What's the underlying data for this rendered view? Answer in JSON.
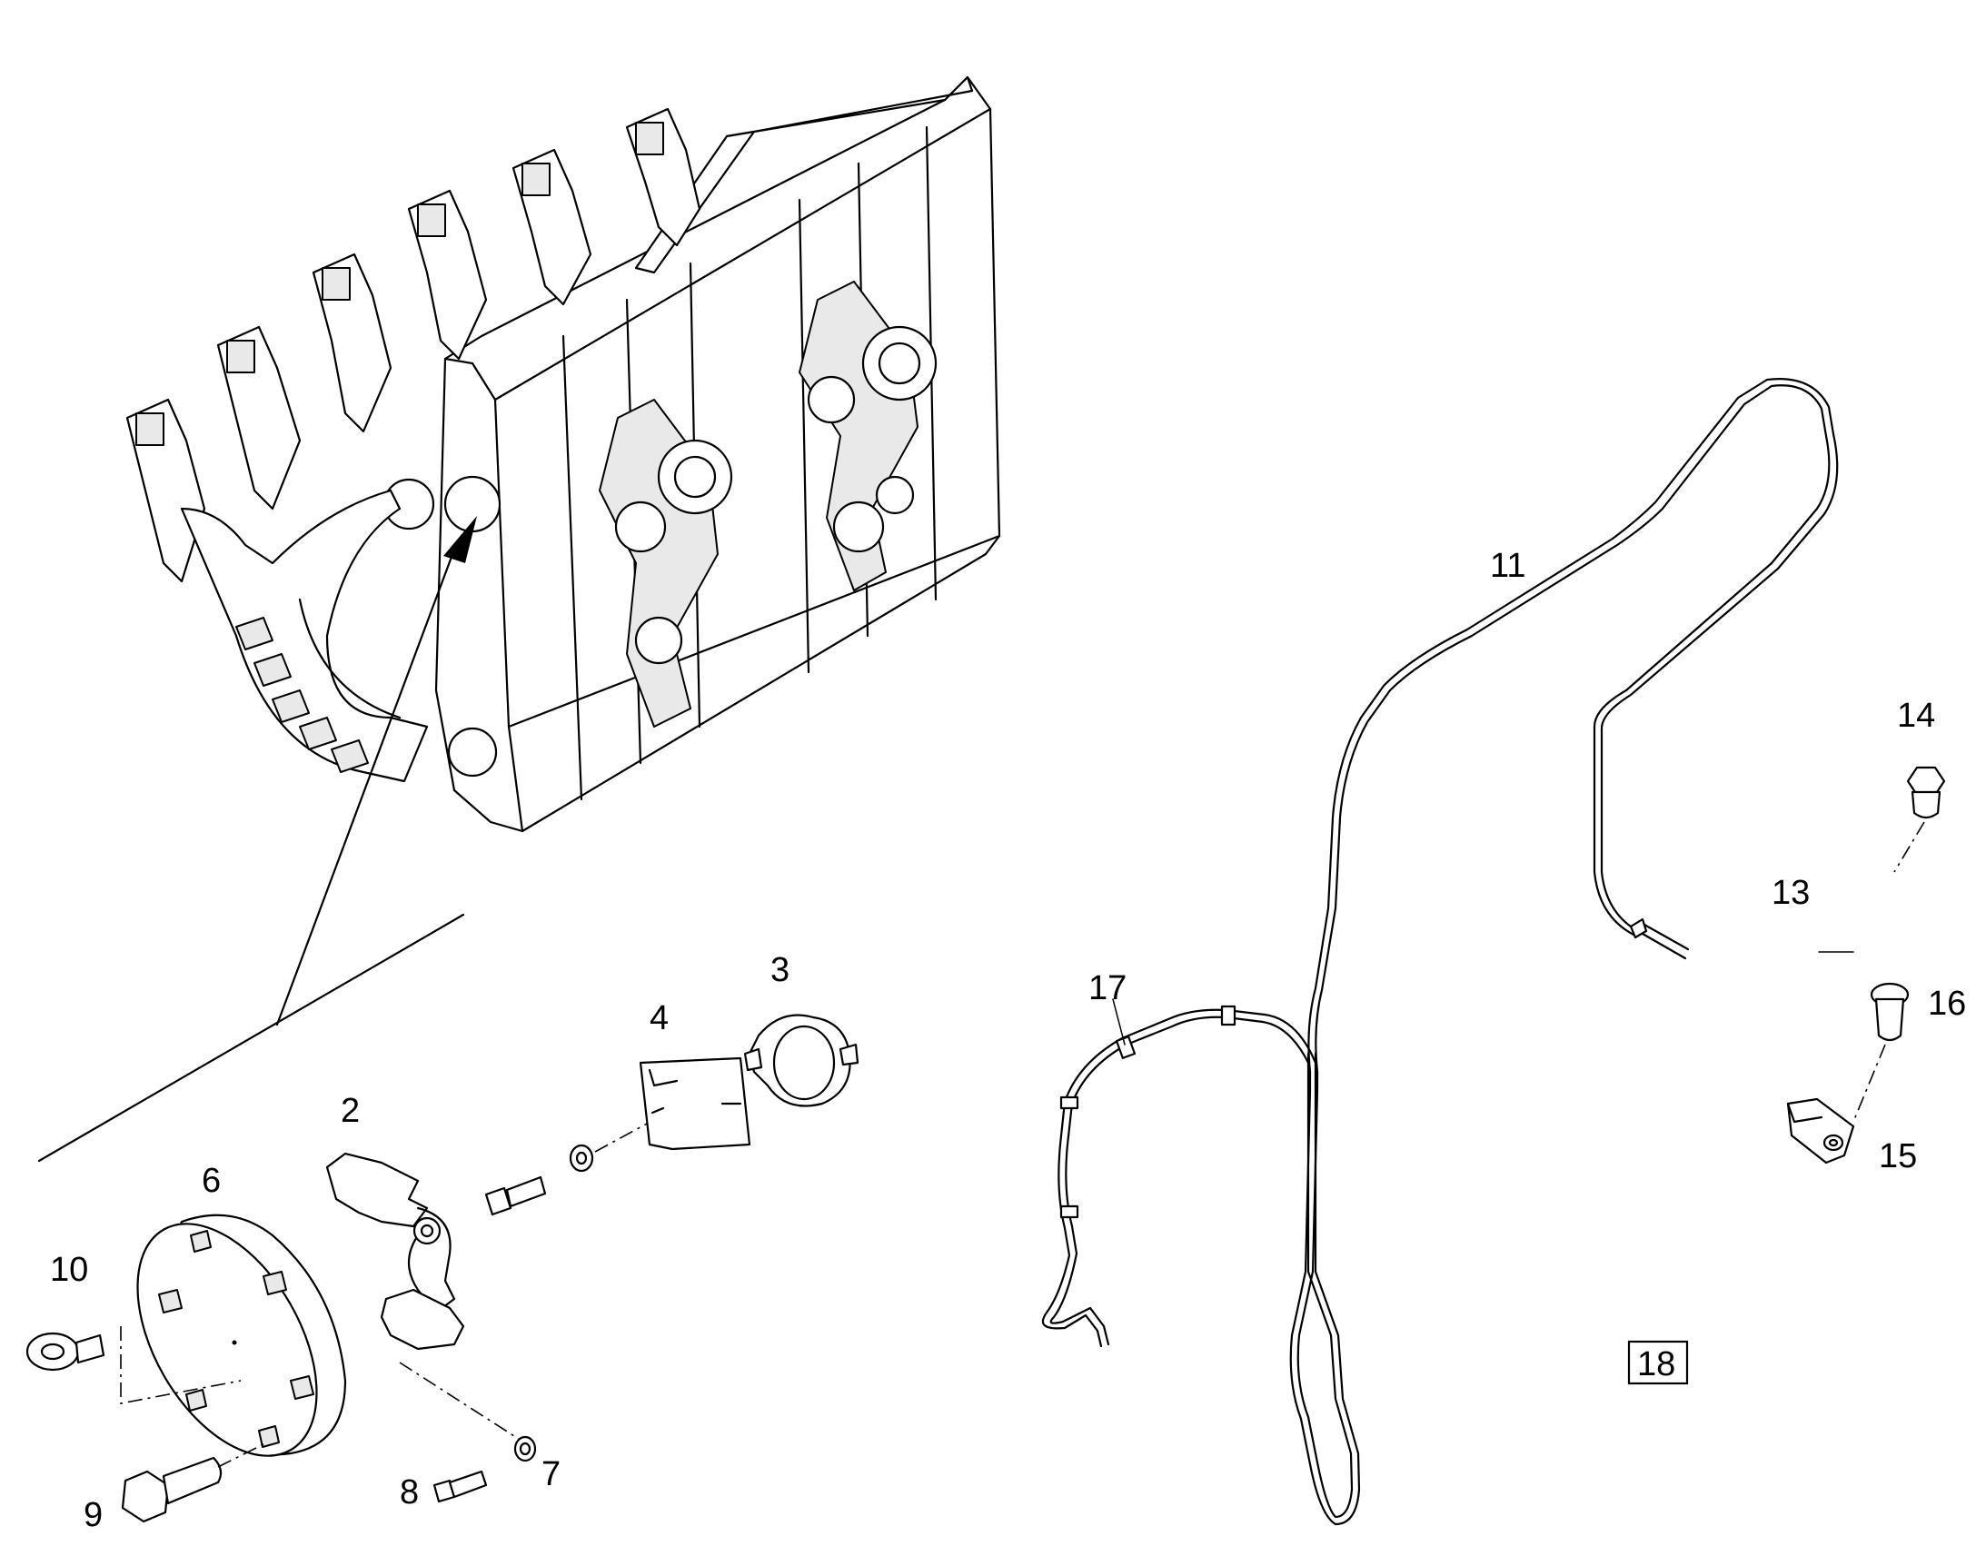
{
  "callouts": {
    "c2": "2",
    "c3": "3",
    "c4": "4",
    "c6": "6",
    "c7": "7",
    "c8": "8",
    "c9": "9",
    "c10": "10",
    "c11": "11",
    "c13": "13",
    "c14": "14",
    "c15": "15",
    "c16": "16",
    "c17": "17",
    "c18": "18"
  },
  "colors": {
    "ink": "#000000",
    "paper": "#ffffff"
  }
}
